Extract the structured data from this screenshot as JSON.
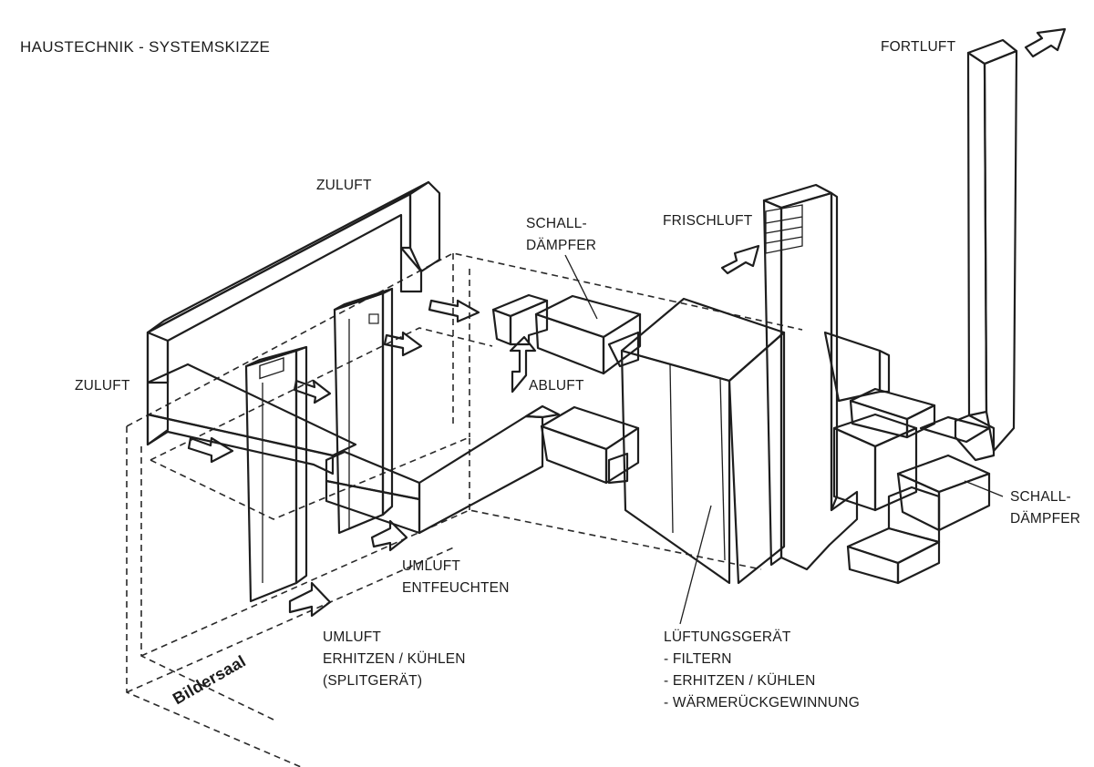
{
  "title": "HAUSTECHNIK - SYSTEMSKIZZE",
  "room_label": "Bildersaal",
  "labels": {
    "zuluft_top": "ZULUFT",
    "zuluft_left": "ZULUFT",
    "schalldaempfer_top": [
      "SCHALL-",
      "DÄMPFER"
    ],
    "frischluft": "FRISCHLUFT",
    "fortluft": "FORTLUFT",
    "abluft": "ABLUFT",
    "schalldaempfer_right": [
      "SCHALL-",
      "DÄMPFER"
    ],
    "umluft_entfeuchten": [
      "UMLUFT",
      "ENTFEUCHTEN"
    ],
    "umluft_splitgeraet": [
      "UMLUFT",
      "ERHITZEN / KÜHLEN",
      "(SPLITGERÄT)"
    ],
    "lueftungsgeraet": [
      "LÜFTUNGSGERÄT",
      "- FILTERN",
      "- ERHITZEN / KÜHLEN",
      "- WÄRMERÜCKGEWINNUNG"
    ]
  },
  "colors": {
    "zuluft_duct": "#a9d8e8",
    "abluft_connector": "#f3e35a",
    "frischluft_duct": "#a8d49a",
    "fortluft_duct": "#e2cea4",
    "split_unit": "#f2b07e",
    "dehumidifier": "#d0d0d0",
    "equipment": "#ffffff"
  }
}
